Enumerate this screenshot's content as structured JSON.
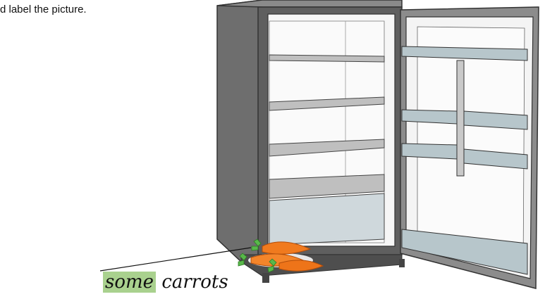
{
  "instruction": "d label the picture.",
  "label": {
    "highlighted": "some",
    "rest": "carrots"
  },
  "colors": {
    "highlight": "#a9d18e",
    "carrot": "#f07a1e",
    "carrot_top": "#58b84a",
    "fridge_body": "#6b6b6b",
    "fridge_interior": "#f3f3f3",
    "drawer": "#cfd8dc"
  },
  "icons": {
    "carrots": "carrots-illustration",
    "fridge": "open-refrigerator-illustration"
  }
}
